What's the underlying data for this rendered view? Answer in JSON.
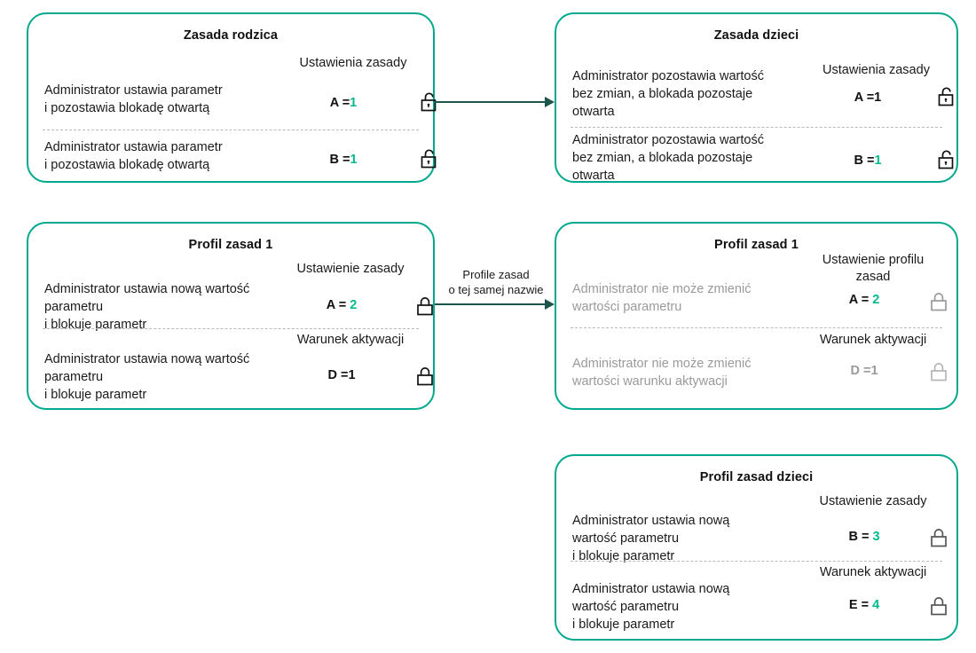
{
  "diagram": {
    "title_color": "#00a88e",
    "accent_teal": "#00b98f",
    "arrow_color": "#1d544c",
    "muted_color": "#9a9a9a"
  },
  "cards": [
    {
      "id": "parent-policy",
      "title": "Zasada rodzica",
      "rows": [
        {
          "column_header": "Ustawienia zasady",
          "description": "Administrator ustawia parametr\ni pozostawia blokadę otwartą",
          "param": "A",
          "equals": "=",
          "value": "1",
          "value_teal": false,
          "lock": "unlocked-icon",
          "disabled": false
        },
        {
          "column_header": "",
          "description": "Administrator ustawia parametr\ni pozostawia blokadę otwartą",
          "param": "B",
          "equals": "=",
          "value": "1",
          "value_teal": true,
          "lock": "unlocked-icon",
          "disabled": false
        }
      ]
    },
    {
      "id": "child-policy",
      "title": "Zasada dzieci",
      "rows": [
        {
          "column_header": "Ustawienia zasady",
          "description": "Administrator pozostawia wartość\nbez zmian, a blokada pozostaje\notwarta",
          "param": "A",
          "equals": "=",
          "value": "1",
          "value_teal": false,
          "lock": "unlocked-icon",
          "disabled": false
        },
        {
          "column_header": "",
          "description": "Administrator pozostawia wartość\nbez zmian, a blokada pozostaje\notwarta",
          "param": "B",
          "equals": "=",
          "value": "1",
          "value_teal": true,
          "lock": "unlocked-icon",
          "disabled": false
        }
      ]
    },
    {
      "id": "policy-profile-1-left",
      "title": "Profil zasad 1",
      "rows": [
        {
          "column_header": "Ustawienie zasady",
          "description": "Administrator ustawia nową wartość\nparametru\n i blokuje parametr",
          "param": "A",
          "equals": "=",
          "value": "2",
          "value_teal": true,
          "lock": "locked-icon",
          "disabled": false
        },
        {
          "column_header": "Warunek aktywacji",
          "description": "Administrator ustawia nową wartość\nparametru\n i blokuje parametr",
          "param": "D",
          "equals": "=",
          "value": "1",
          "value_teal": false,
          "lock": "locked-icon",
          "disabled": false
        }
      ]
    },
    {
      "id": "policy-profile-1-right",
      "title": "Profil zasad 1",
      "rows": [
        {
          "column_header": "Ustawienie profilu\nzasad",
          "description": "Administrator nie może zmienić\nwartości parametru",
          "param": "A",
          "equals": "=",
          "value": "2",
          "value_teal": true,
          "lock": "locked-icon",
          "disabled": true
        },
        {
          "column_header": "Warunek aktywacji",
          "description": "Administrator nie może zmienić\nwartości warunku aktywacji",
          "param": "D",
          "equals": "=",
          "value": "1",
          "value_teal": false,
          "lock": "locked-icon",
          "disabled": true,
          "value_disabled": true
        }
      ]
    },
    {
      "id": "child-policy-profile",
      "title": "Profil zasad dzieci",
      "rows": [
        {
          "column_header": "Ustawienie zasady",
          "description": "Administrator ustawia nową\nwartość parametru\n i blokuje parametr",
          "param": "B",
          "equals": "=",
          "value": "3",
          "value_teal": true,
          "lock": "locked-icon",
          "disabled": false
        },
        {
          "column_header": "Warunek aktywacji",
          "description": "Administrator ustawia nową\nwartość parametru\n i blokuje parametr",
          "param": "E",
          "equals": "=",
          "value": "4",
          "value_teal": true,
          "lock": "locked-icon",
          "disabled": false
        }
      ]
    }
  ],
  "arrows": [
    {
      "id": "arrow-top",
      "label": ""
    },
    {
      "id": "arrow-middle",
      "label": "Profile zasad\no tej samej nazwie"
    }
  ]
}
